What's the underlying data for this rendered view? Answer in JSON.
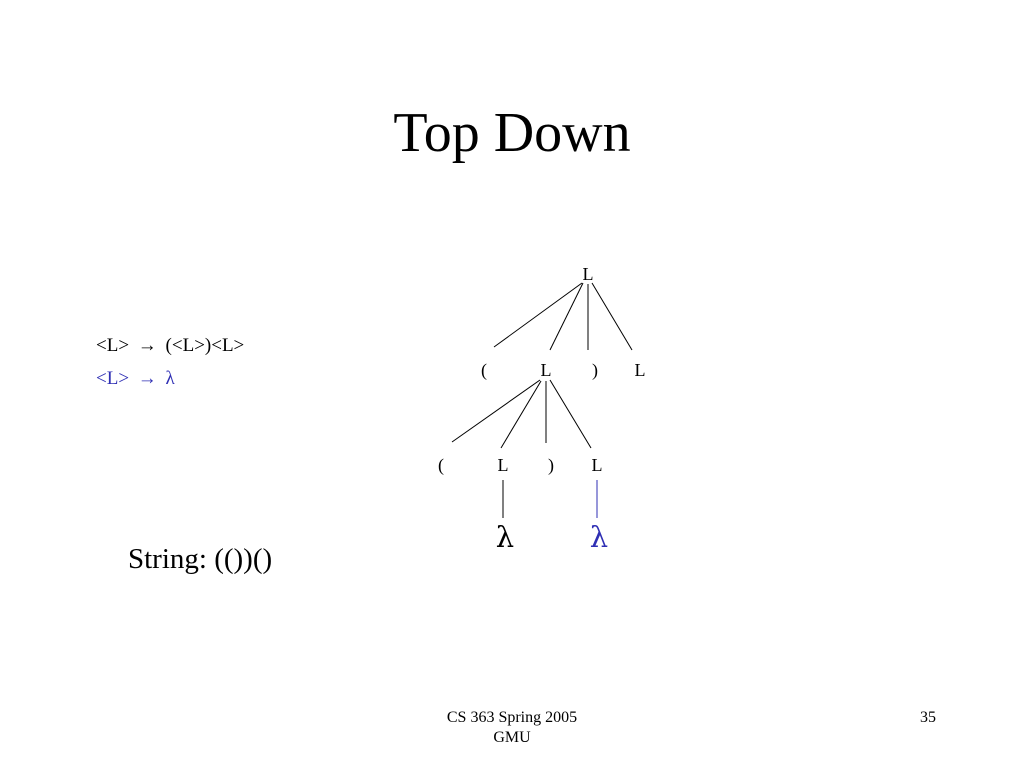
{
  "title": "Top Down",
  "grammar": {
    "rule1": {
      "lhs": "<L>",
      "arrow": "→",
      "rhs": "(<L>)<L>"
    },
    "rule2": {
      "lhs": "<L>",
      "arrow": "→",
      "rhs": "λ",
      "color": "#2f2fb4"
    }
  },
  "string": {
    "text": "String: (())()"
  },
  "tree": {
    "root": "L",
    "level1": [
      "(",
      "L",
      ")",
      "L"
    ],
    "level2": [
      "(",
      "L",
      ")",
      "L"
    ],
    "level3": [
      "λ",
      "λ"
    ],
    "highlight_color": "#2f2fb4"
  },
  "footer": {
    "course": "CS 363 Spring 2005",
    "school": "GMU",
    "page": "35"
  }
}
